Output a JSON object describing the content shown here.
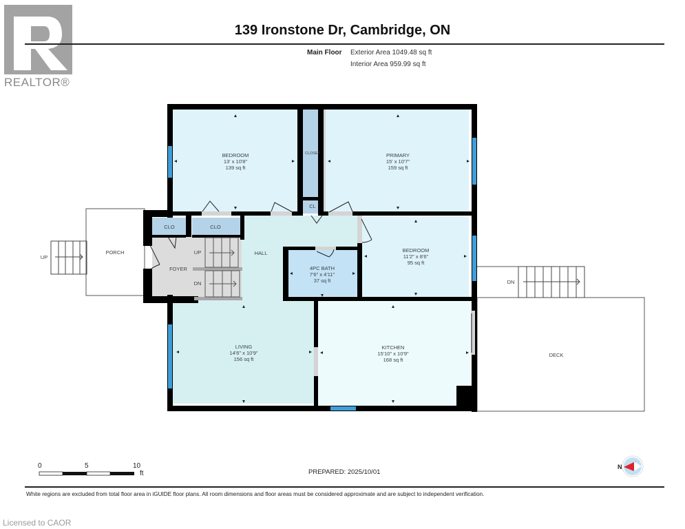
{
  "logo": {
    "text": "REALTOR®",
    "icon": "realtor-r-icon"
  },
  "header": {
    "title": "139 Ironstone Dr, Cambridge, ON",
    "floor_label": "Main Floor",
    "exterior_area": "Exterior Area 1049.48 sq ft",
    "interior_area": "Interior Area 959.99 sq ft"
  },
  "rooms": {
    "bedroom1": {
      "name": "BEDROOM",
      "dims": "13' x 10'8\"",
      "area": "139 sq ft"
    },
    "closet": {
      "name": "CLOSET"
    },
    "primary": {
      "name": "PRIMARY",
      "dims": "15' x 10'7\"",
      "area": "159 sq ft"
    },
    "cl": {
      "name": "CL"
    },
    "clo1": {
      "name": "CLO"
    },
    "clo2": {
      "name": "CLO"
    },
    "hall": {
      "name": "HALL"
    },
    "bedroom2": {
      "name": "BEDROOM",
      "dims": "11'2\" x 8'6\"",
      "area": "95 sq ft"
    },
    "bath": {
      "name": "4PC BATH",
      "dims": "7'6\" x 4'11\"",
      "area": "37 sq ft"
    },
    "foyer": {
      "name": "FOYER"
    },
    "porch": {
      "name": "PORCH"
    },
    "living": {
      "name": "LIVING",
      "dims": "14'6\" x 10'9\"",
      "area": "156 sq ft"
    },
    "kitchen": {
      "name": "KITCHEN",
      "dims": "15'10\" x 10'9\"",
      "area": "168 sq ft"
    },
    "deck": {
      "name": "DECK"
    }
  },
  "stairs": {
    "porch_up": "UP",
    "foyer_up": "UP",
    "foyer_dn": "DN",
    "deck_dn": "DN"
  },
  "scale": {
    "labels": [
      "0",
      "5",
      "10"
    ],
    "unit": "ft"
  },
  "prepared": "PREPARED: 2025/10/01",
  "compass": {
    "label": "N",
    "icon": "north-arrow-compass-icon"
  },
  "colors": {
    "wall": "#000000",
    "room_fill": "#dff3fb",
    "hall_fill": "#d6f0f2",
    "closet_fill": "#b5d3e8",
    "bath_fill": "#c3e2f6",
    "foyer_fill": "#dcdcdc",
    "kitchen_fill": "#eefbfc",
    "window": "#3f9ed8",
    "compass_accent": "#e0242b",
    "compass_fill": "#bfe1f2"
  },
  "disclaimer": "White regions are excluded from total floor area in iGUIDE floor plans. All room dimensions and floor areas must be considered approximate and are subject to independent verification.",
  "watermark": "Licensed to CAOR"
}
